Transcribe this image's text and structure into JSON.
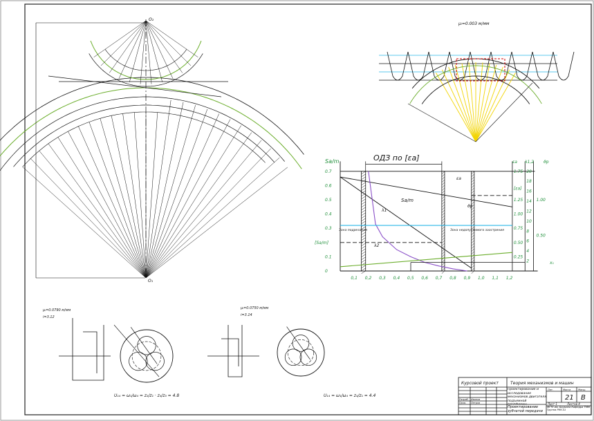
{
  "colors": {
    "line": "#111111",
    "green": "#6aad2a",
    "cyan": "#29b6e6",
    "purple": "#8a4fc8",
    "yellow": "#f2d400",
    "label_green": "#1f8f3a"
  },
  "labels": {
    "o1": "O₁",
    "o2": "O₂",
    "mu_l_top": "μₗ=0.003 м/мм",
    "mech1_scale": "μₗ=0.0790 м/мм",
    "mech1_ratio": "i=3.12",
    "mech2_scale": "μₗ=0.0750 м/мм",
    "mech2_ratio": "i=3.14",
    "formula1": "U₁₄ = ω₁/ω₄ = z₂/z₁ · z₄/z₃ = 4.8",
    "formula2": "U₁₄ = ω₁/ω₄ = z₄/z₁ = 4.4"
  },
  "chart_data": {
    "type": "line",
    "title": "ОДЗ по [εa]",
    "ylabel": "Sa/m",
    "xlabel": "x₁",
    "xlim": [
      0,
      1.2
    ],
    "ylim": [
      0,
      0.7
    ],
    "x_ticks": [
      "0,1",
      "0,2",
      "0,3",
      "0,4",
      "0,5",
      "0,6",
      "0,7",
      "0,8",
      "0,9",
      "1,0",
      "1,1",
      "1,2"
    ],
    "y_ticks": [
      "0",
      "0.1",
      "[Sa/m]",
      "0.3",
      "0.4",
      "0.5",
      "0.6",
      "0.7"
    ],
    "right_axes": [
      {
        "label": "εa",
        "ticks": [
          "0.25",
          "0.50",
          "0.75",
          "1.00",
          "[εa]",
          "1.25",
          "1.75"
        ]
      },
      {
        "label": "λ1,2",
        "ticks": [
          "2",
          "4",
          "6",
          "8",
          "10",
          "12",
          "14",
          "16",
          "18",
          "20"
        ]
      },
      {
        "label": "ϑp",
        "ticks": [
          "0.50",
          "1.00"
        ]
      }
    ],
    "series": [
      {
        "name": "Sa/m",
        "x": [
          0,
          0.93
        ],
        "y": [
          0.66,
          0.02
        ]
      },
      {
        "name": "εa",
        "x": [
          0,
          1.22
        ],
        "y": [
          0.66,
          0.45
        ]
      },
      {
        "name": "λ1",
        "x": [
          0.2,
          0.25,
          0.3,
          0.4,
          0.5,
          0.6,
          0.7,
          0.8,
          0.9
        ],
        "y": [
          0.7,
          0.33,
          0.24,
          0.15,
          0.1,
          0.06,
          0.035,
          0.015,
          0.0
        ]
      },
      {
        "name": "λ2",
        "x": [
          0,
          1.22
        ],
        "y": [
          0.03,
          0.13
        ]
      },
      {
        "name": "ϑp",
        "x": [
          0,
          1.22
        ],
        "y": [
          0.32,
          0.32
        ]
      }
    ],
    "limits": {
      "sa_allowed": 0.2,
      "x_min_undercut": 0.18,
      "x_max_odz": 0.72,
      "x_max_sharp": 0.93
    },
    "annotations": [
      "Зона подрезания",
      "Зона недопустимого заострения"
    ]
  },
  "title_block": {
    "project": "Курсовой проект",
    "course": "Теория механизмов и машин",
    "topic": "Проектирование и исследование механизмов двигателя подъемной платформы",
    "sheet_title": "Проектирование зубчатой передачи",
    "col_lit": "Лит.",
    "col_mass": "Масса",
    "col_scale": "Масш.",
    "mass": "21",
    "scale": "В",
    "sheet": "Лист 1",
    "sheets": "Листов 4",
    "org": "МГТУ им. Баумана Кафедра ТММ Группа РК9-51",
    "role_dev": "Разраб.",
    "role_check": "Пров.",
    "name_dev": "Иванов",
    "name_check": "Петров"
  }
}
